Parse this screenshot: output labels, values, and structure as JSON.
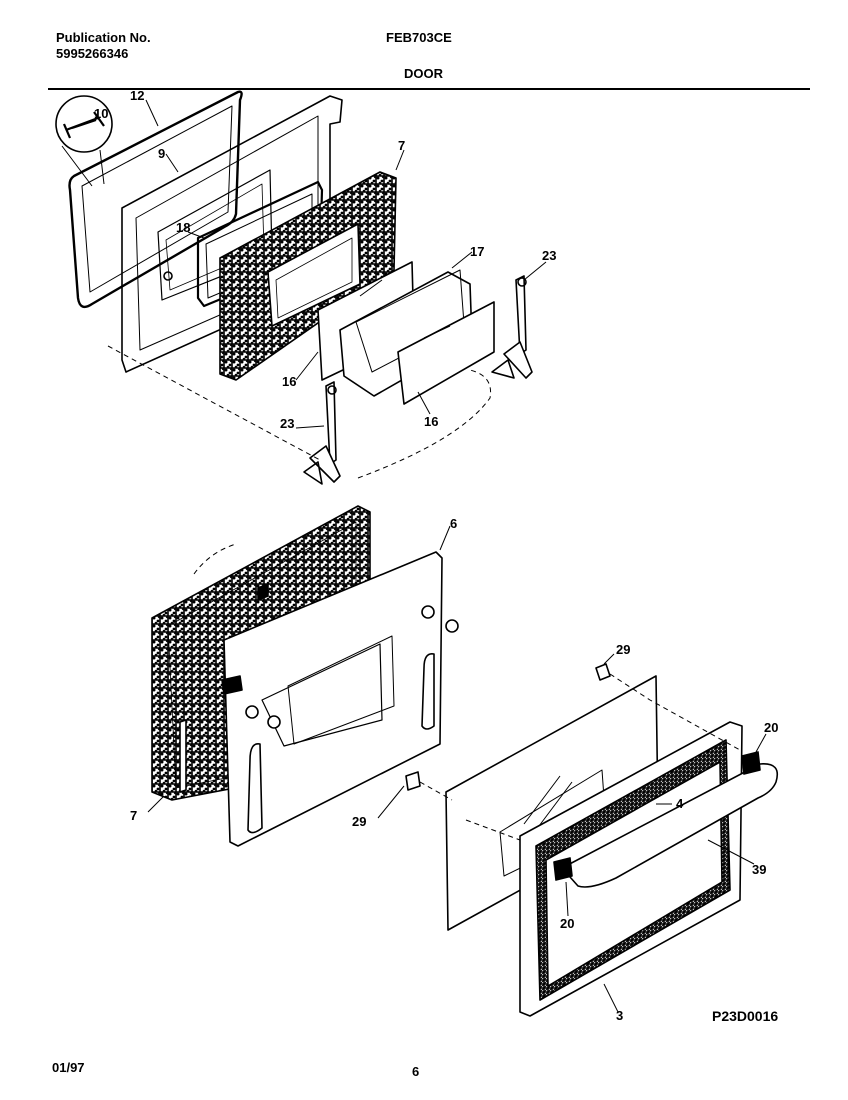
{
  "header": {
    "publication_label": "Publication No.",
    "publication_number": "5995266346",
    "model": "FEB703CE",
    "section": "DOOR"
  },
  "callouts": [
    "12",
    "10",
    "9",
    "7",
    "18",
    "17",
    "23",
    "16",
    "23",
    "16",
    "6",
    "29",
    "20",
    "7",
    "29",
    "4",
    "39",
    "20",
    "3"
  ],
  "figure_code": "P23D0016",
  "footer": {
    "date": "01/97",
    "page": "6"
  }
}
